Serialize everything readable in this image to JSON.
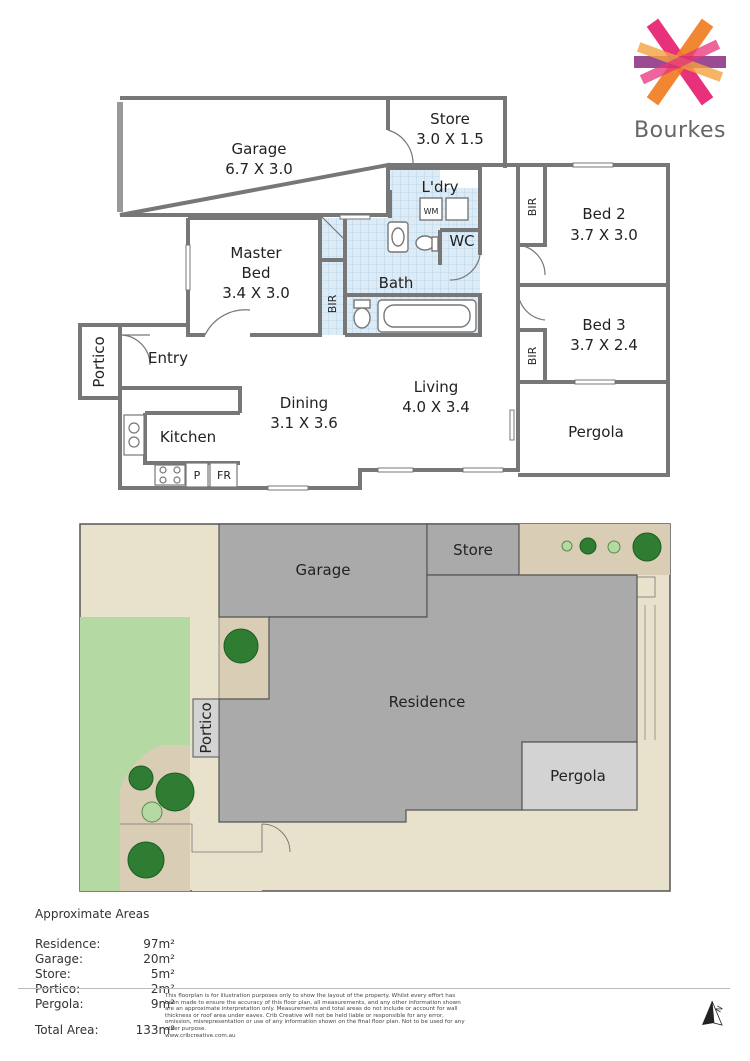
{
  "brand": {
    "name": "Bourkes",
    "colors": [
      "#e8317a",
      "#f07c22",
      "#8a2c7e",
      "#f4a340"
    ]
  },
  "floor_plan": {
    "rooms": [
      {
        "name": "Garage",
        "dims": "6.7 X 3.0"
      },
      {
        "name": "Store",
        "dims": "3.0 X 1.5"
      },
      {
        "name": "L'dry"
      },
      {
        "name": "WM"
      },
      {
        "name": "WC"
      },
      {
        "name": "BIR"
      },
      {
        "name": "Bed 2",
        "dims": "3.7 X 3.0"
      },
      {
        "name": "Master",
        "name2": "Bed",
        "dims": "3.4 X 3.0"
      },
      {
        "name": "Bath"
      },
      {
        "name": "Bed 3",
        "dims": "3.7 X 2.4"
      },
      {
        "name": "Portico"
      },
      {
        "name": "Entry"
      },
      {
        "name": "Dining",
        "dims": "3.1 X 3.6"
      },
      {
        "name": "Living",
        "dims": "4.0 X 3.4"
      },
      {
        "name": "Kitchen"
      },
      {
        "name": "Pergola"
      },
      {
        "name": "P"
      },
      {
        "name": "FR"
      }
    ]
  },
  "site_plan": {
    "labels": {
      "garage": "Garage",
      "store": "Store",
      "residence": "Residence",
      "portico": "Portico",
      "pergola": "Pergola"
    },
    "colors": {
      "building": "#aaaaaa",
      "light": "#d3d3d3",
      "ground": "#e8e1cc",
      "lawn": "#b5d9a3",
      "paving": "#d9ceb5",
      "tree": "#2e7d32"
    }
  },
  "areas": {
    "title": "Approximate Areas",
    "rows": [
      {
        "label": "Residence:",
        "value": "97m²"
      },
      {
        "label": "Garage:",
        "value": "20m²"
      },
      {
        "label": "Store:",
        "value": "5m²"
      },
      {
        "label": "Portico:",
        "value": "2m²"
      },
      {
        "label": "Pergola:",
        "value": "9m²"
      }
    ],
    "total": {
      "label": "Total Area:",
      "value": "133m²"
    }
  },
  "disclaimer": {
    "text": "This floorplan is for illustration purposes only to show the layout of the property. Whilst every effort has been made to ensure the accuracy of this floor plan, all measurements, and any other information shown are an approximate interpretation only. Measurements and total areas do not include or account for wall thickness or roof area under eaves. Crib Creative will not be held liable or responsible for any error, omission, misrepresentation or use of any information shown on the final floor plan. Not to be used for any other purpose.",
    "website": "www.cribcreative.com.au"
  },
  "north_label": "N"
}
